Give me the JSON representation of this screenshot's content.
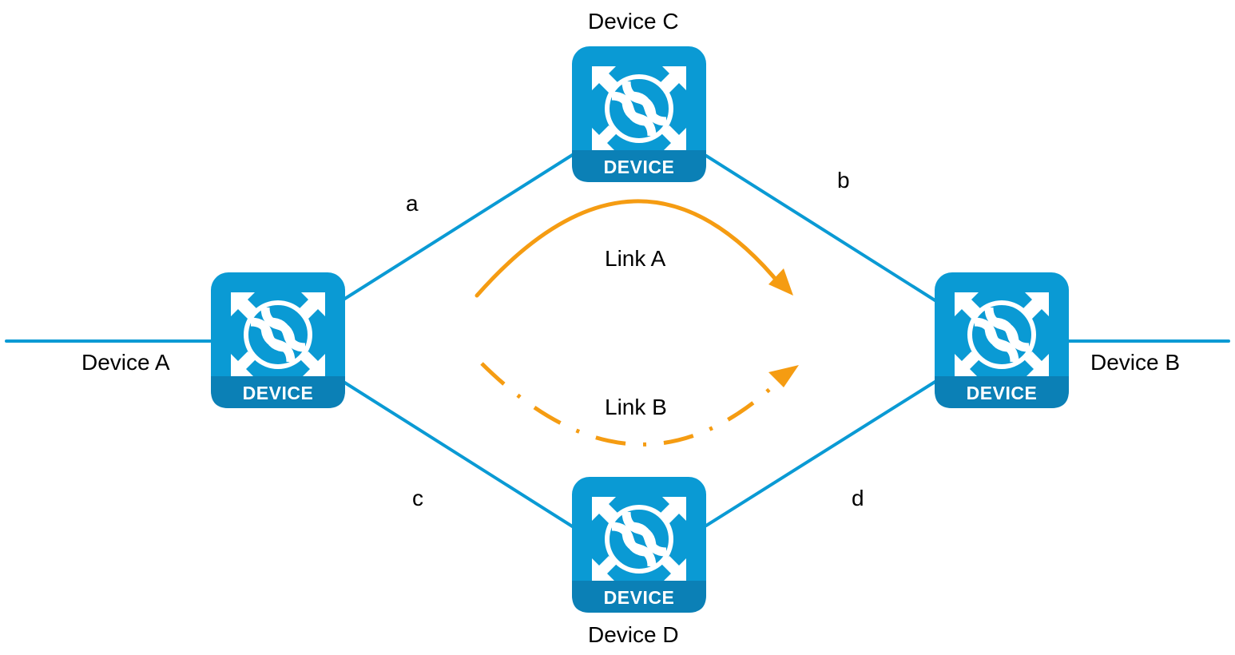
{
  "colors": {
    "link": "#0a9ad4",
    "device_body": "#0a9ad4",
    "device_band": "#0b80b6",
    "device_icon": "#ffffff",
    "path": "#f59c12"
  },
  "devices": {
    "a": {
      "name": "Device A",
      "badge": "DEVICE",
      "icon": "switch-icon"
    },
    "b": {
      "name": "Device B",
      "badge": "DEVICE",
      "icon": "switch-icon"
    },
    "c": {
      "name": "Device C",
      "badge": "DEVICE",
      "icon": "switch-icon"
    },
    "d": {
      "name": "Device D",
      "badge": "DEVICE",
      "icon": "switch-icon"
    }
  },
  "links": {
    "a": "a",
    "b": "b",
    "c": "c",
    "d": "d"
  },
  "paths": {
    "link_a": {
      "label": "Link A",
      "style": "solid"
    },
    "link_b": {
      "label": "Link B",
      "style": "dash-dot"
    }
  }
}
